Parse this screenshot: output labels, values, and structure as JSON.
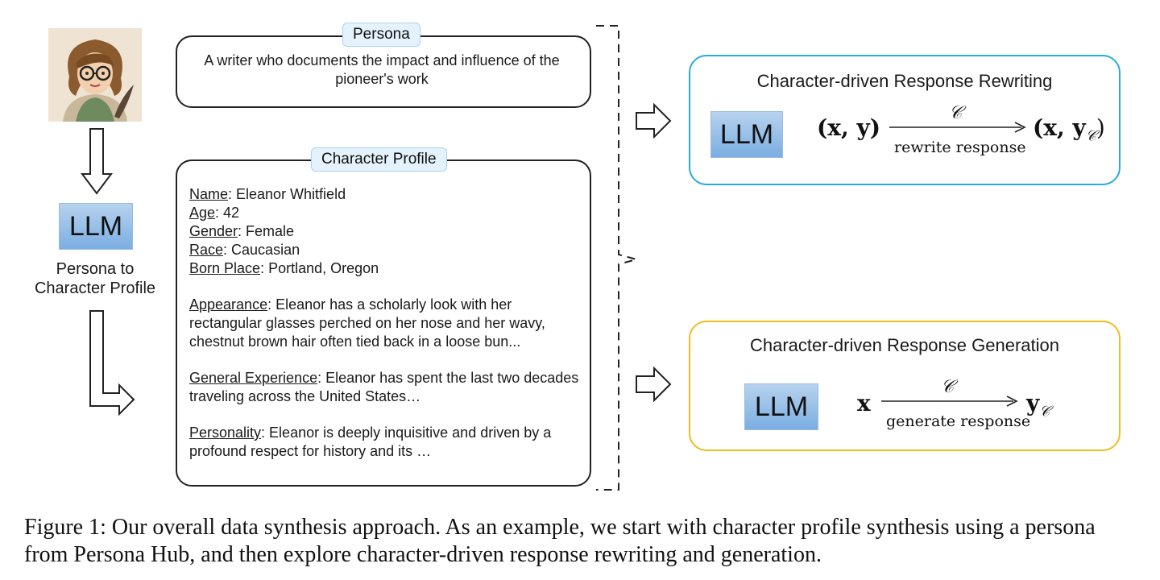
{
  "persona": {
    "tag": "Persona",
    "text": "A writer who documents the impact and influence of the pioneer's work"
  },
  "profile": {
    "tag": "Character Profile",
    "fields": [
      {
        "key": "Name",
        "value": ": Eleanor Whitfield"
      },
      {
        "key": "Age",
        "value": ": 42"
      },
      {
        "key": "Gender",
        "value": ": Female"
      },
      {
        "key": "Race",
        "value": ": Caucasian"
      },
      {
        "key": "Born Place",
        "value": ": Portland, Oregon"
      }
    ],
    "paragraphs": [
      {
        "key": "Appearance",
        "value": ": Eleanor has a scholarly look with her rectangular glasses perched on her nose and her wavy, chestnut brown hair often tied back in a loose bun..."
      },
      {
        "key": "General Experience",
        "value": ": Eleanor has spent the last two decades traveling across the United States…"
      },
      {
        "key": "Personality",
        "value": ": Eleanor is deeply inquisitive and driven by a profound respect for history and its …"
      }
    ]
  },
  "left_llm": {
    "label": "LLM",
    "caption_line1": "Persona to",
    "caption_line2": "Character Profile"
  },
  "rewriting": {
    "title": "Character-driven Response Rewriting",
    "llm": "LLM",
    "lhs": "(x, y)",
    "arrow_top": "𝒞",
    "arrow_bottom": "rewrite response",
    "rhs_main": "(x, y",
    "rhs_sub": "𝒞",
    "rhs_close": ")",
    "border_color": "#2aa9dd"
  },
  "generation": {
    "title": "Character-driven Response Generation",
    "llm": "LLM",
    "lhs": "x",
    "arrow_top": "𝒞",
    "arrow_bottom": "generate response",
    "rhs_main": "y",
    "rhs_sub": "𝒞",
    "border_color": "#f0bd1e"
  },
  "caption": "Figure 1: Our overall data synthesis approach. As an example, we start with character profile synthesis using a persona from Persona Hub, and then explore character-driven response rewriting and generation."
}
